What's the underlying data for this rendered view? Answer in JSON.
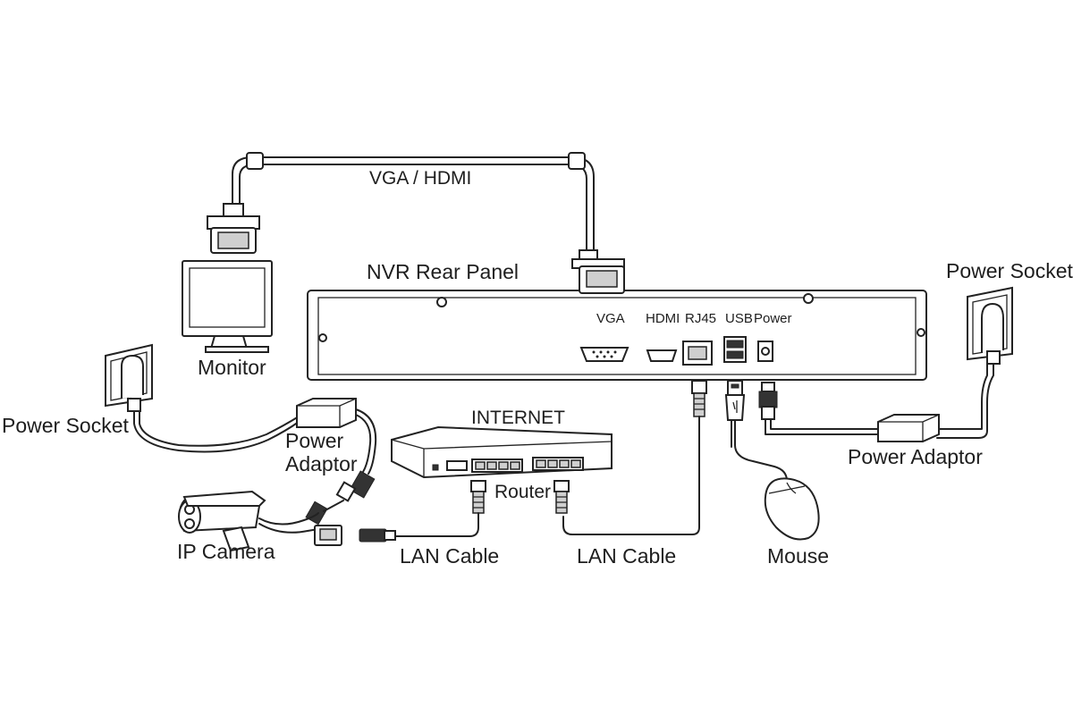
{
  "labels": {
    "vga_hdmi": "VGA / HDMI",
    "nvr_rear_panel": "NVR Rear Panel",
    "monitor": "Monitor",
    "power_socket_left": "Power Socket",
    "power_socket_right": "Power Socket",
    "power_adaptor_left_line1": "Power",
    "power_adaptor_left_line2": "Adaptor",
    "power_adaptor_right": "Power Adaptor",
    "internet": "INTERNET",
    "router": "Router",
    "ip_camera": "IP Camera",
    "lan_cable_left": "LAN Cable",
    "lan_cable_right": "LAN Cable",
    "mouse": "Mouse"
  },
  "ports": {
    "vga": "VGA",
    "hdmi": "HDMI",
    "rj45": "RJ45",
    "usb": "USB",
    "power": "Power"
  },
  "colors": {
    "line": "#222222",
    "background": "#ffffff"
  }
}
